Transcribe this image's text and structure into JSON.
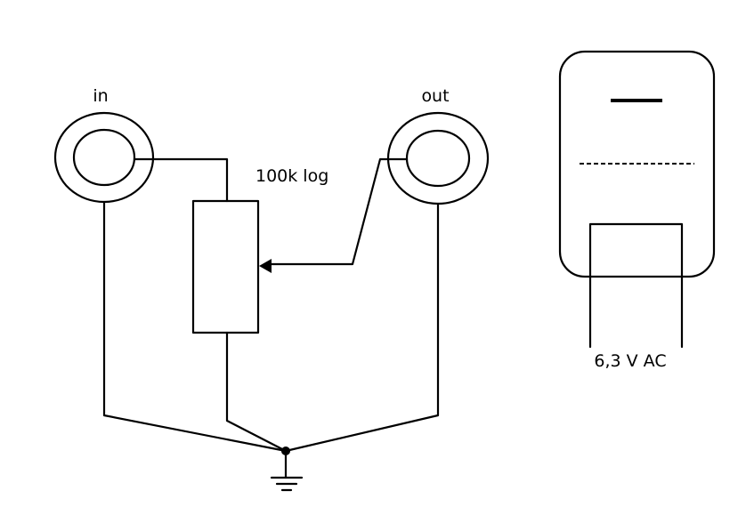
{
  "labels": {
    "input_jack": "in",
    "output_jack": "out",
    "potentiometer": "100k log",
    "heater_supply": "6,3 V AC"
  },
  "colors": {
    "stroke": "#000000",
    "background": "#ffffff"
  },
  "icons": {
    "ground": "ground-symbol",
    "jack": "rca-jack-symbol",
    "potentiometer": "potentiometer-symbol",
    "tube": "vacuum-tube-symbol"
  }
}
